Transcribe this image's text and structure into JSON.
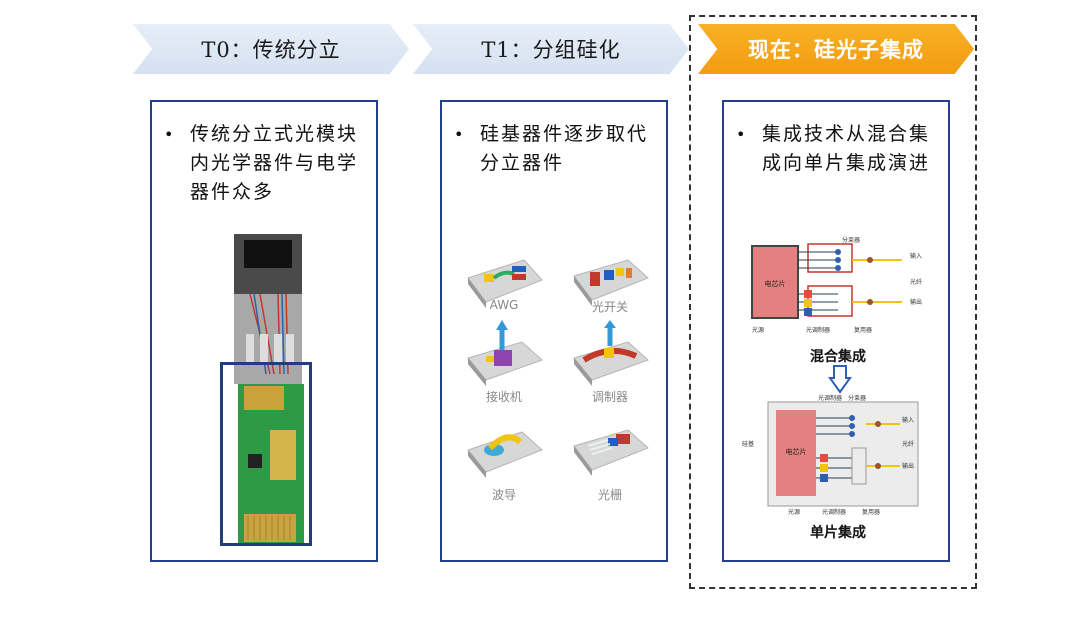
{
  "stages": [
    {
      "label": "T0：传统分立",
      "status": "past"
    },
    {
      "label": "T1：分组硅化",
      "status": "past"
    },
    {
      "label": "现在：硅光子集成",
      "status": "current"
    }
  ],
  "panels": [
    {
      "bullet": "传统分立式光模块内光学器件与电学器件众多"
    },
    {
      "bullet": "硅基器件逐步取代分立器件",
      "devices": [
        "AWG",
        "光开关",
        "接收机",
        "调制器",
        "波导",
        "光栅"
      ]
    },
    {
      "bullet": "集成技术从混合集成向单片集成演进",
      "captions": [
        "混合集成",
        "单片集成"
      ],
      "hybrid_labels": {
        "chip": "电芯片",
        "source": "光源",
        "modulator": "光调制器",
        "splitter": "分束器",
        "coupler": "复用器",
        "input": "输入",
        "output": "输出",
        "fiber": "光纤"
      },
      "mono_labels": {
        "chip": "电芯片",
        "substrate": "硅基",
        "source": "光源",
        "modulator": "光调制器",
        "splitter": "分束器",
        "coupler": "复用器",
        "input": "输入",
        "output": "输出",
        "fiber": "光纤",
        "mod_top": "光调制器"
      }
    }
  ],
  "colors": {
    "accent": "#f39c12",
    "panel_border": "#203f8c",
    "chevron_past": "#dbe5f3"
  }
}
